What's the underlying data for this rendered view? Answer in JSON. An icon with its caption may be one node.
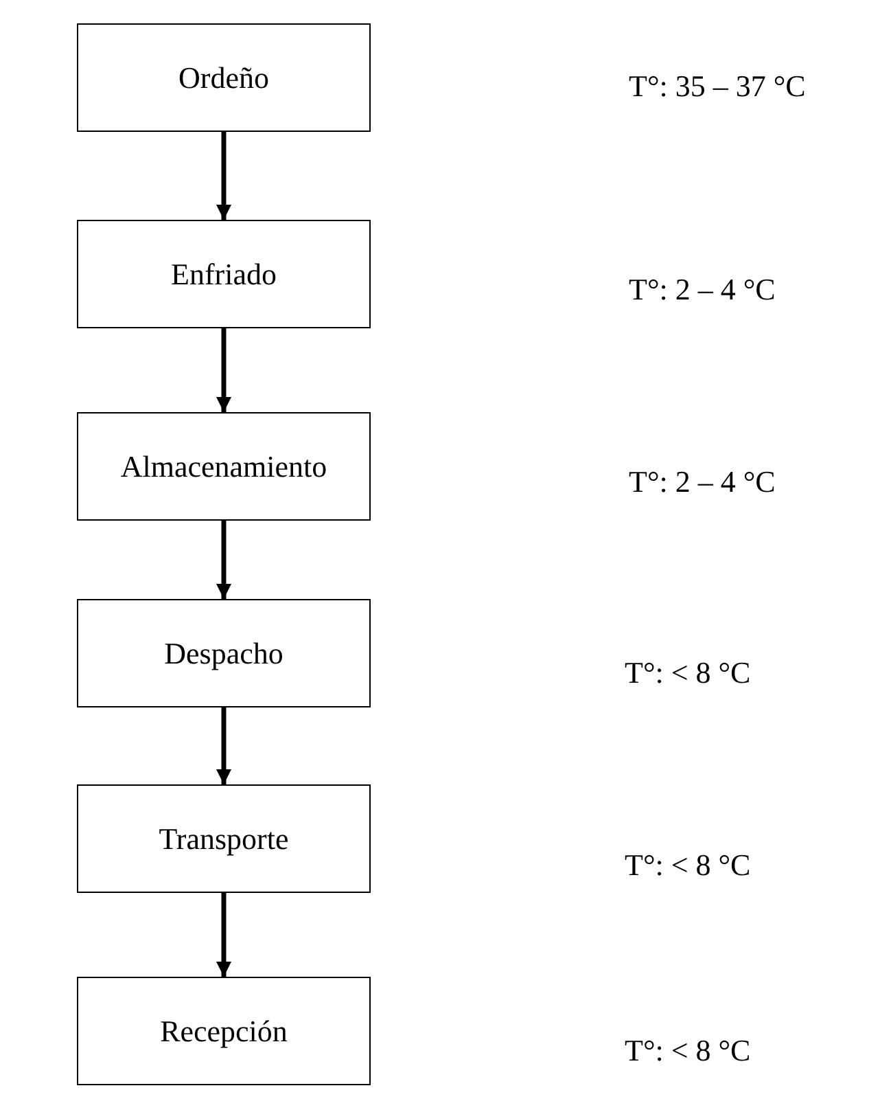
{
  "diagram": {
    "nodes": [
      {
        "text": [
          "Ordeño"
        ]
      },
      {
        "text": [
          "Enfriado"
        ]
      },
      {
        "text": [
          "Almacenamiento"
        ]
      },
      {
        "text": [
          "Despacho"
        ]
      },
      {
        "text": [
          "Transporte"
        ]
      },
      {
        "text": [
          "Recepción"
        ]
      }
    ],
    "edges": [
      {
        "from": 0,
        "to": 1,
        "arrow": "to"
      },
      {
        "from": 1,
        "to": 2,
        "arrow": "to"
      },
      {
        "from": 2,
        "to": 3,
        "arrow": "to"
      },
      {
        "from": 3,
        "to": 4,
        "arrow": "to"
      },
      {
        "from": 4,
        "to": 5,
        "arrow": "to"
      }
    ],
    "labels": [
      "T°: 35 – 37 °C",
      "T°: 2 – 4 °C",
      "T°: 2 – 4 °C",
      "T°: < 8 °C",
      "T°: < 8 °C",
      "T°: < 8 °C"
    ]
  }
}
